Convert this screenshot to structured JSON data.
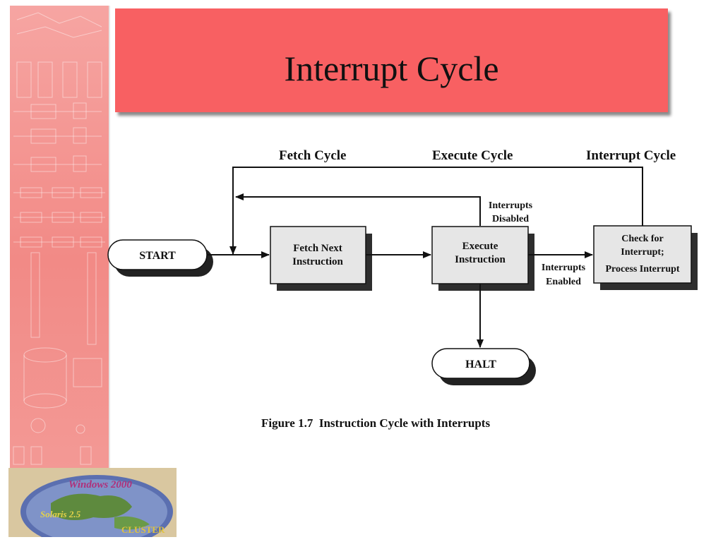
{
  "slide": {
    "title": "Interrupt Cycle",
    "caption": "Figure 1.7  Instruction Cycle with Interrupts"
  },
  "diagram": {
    "stage_labels": {
      "fetch": "Fetch Cycle",
      "execute": "Execute Cycle",
      "interrupt": "Interrupt Cycle"
    },
    "terminals": {
      "start": "START",
      "halt": "HALT"
    },
    "boxes": {
      "fetch": [
        "Fetch Next",
        "Instruction"
      ],
      "execute": [
        "Execute",
        "Instruction"
      ],
      "check": [
        "Check for",
        "Interrupt;",
        "Process Interrupt"
      ]
    },
    "edge_labels": {
      "disabled": [
        "Interrupts",
        "Disabled"
      ],
      "enabled": [
        "Interrupts",
        "Enabled"
      ]
    }
  },
  "logo": {
    "text_top": "Windows 2000",
    "text_left": "Solaris 2.5",
    "text_right": "CLUSTER"
  },
  "colors": {
    "banner": "#f86062",
    "strip": "#f28a86",
    "box_fill": "#e6e6e6",
    "shadow": "#3a3a3a"
  }
}
